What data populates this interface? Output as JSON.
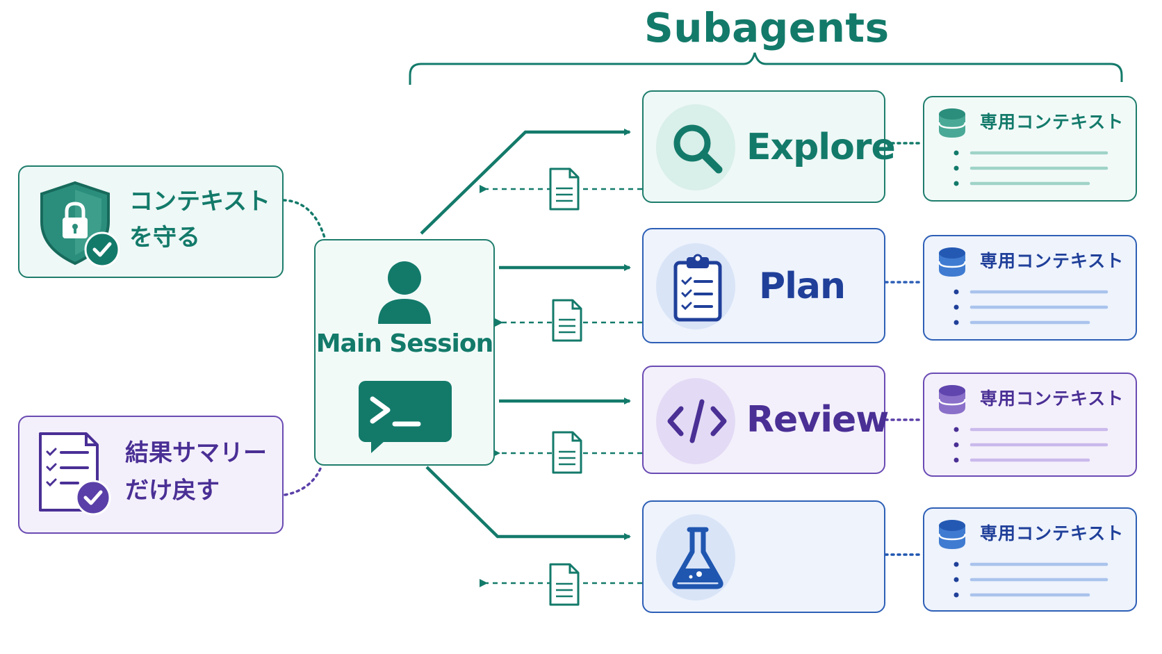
{
  "header": {
    "title": "Subagents"
  },
  "main_session": {
    "label": "Main Session",
    "icons": [
      "user-icon",
      "terminal-chat-icon"
    ]
  },
  "callouts": [
    {
      "line1": "コンテキスト",
      "line2": "を守る",
      "icon": "shield-lock-check-icon"
    },
    {
      "line1": "結果サマリー",
      "line2": "だけ戻す",
      "icon": "checklist-document-check-icon"
    }
  ],
  "subagents": [
    {
      "label": "Explore",
      "icon": "search-icon",
      "accent": "#137a6a",
      "context_label": "専用コンテキスト"
    },
    {
      "label": "Plan",
      "icon": "clipboard-checklist-icon",
      "accent": "#1f3f99",
      "context_label": "専用コンテキスト"
    },
    {
      "label": "Review",
      "icon": "code-icon",
      "accent": "#4a2f95",
      "context_label": "専用コンテキスト"
    },
    {
      "label": "",
      "icon": "flask-icon",
      "accent": "#1f56b0",
      "context_label": "専用コンテキスト"
    }
  ],
  "colors": {
    "teal": "#137a6a",
    "blue": "#1f56b0",
    "purple": "#5a3fa8",
    "green_check": "#137a6a"
  }
}
